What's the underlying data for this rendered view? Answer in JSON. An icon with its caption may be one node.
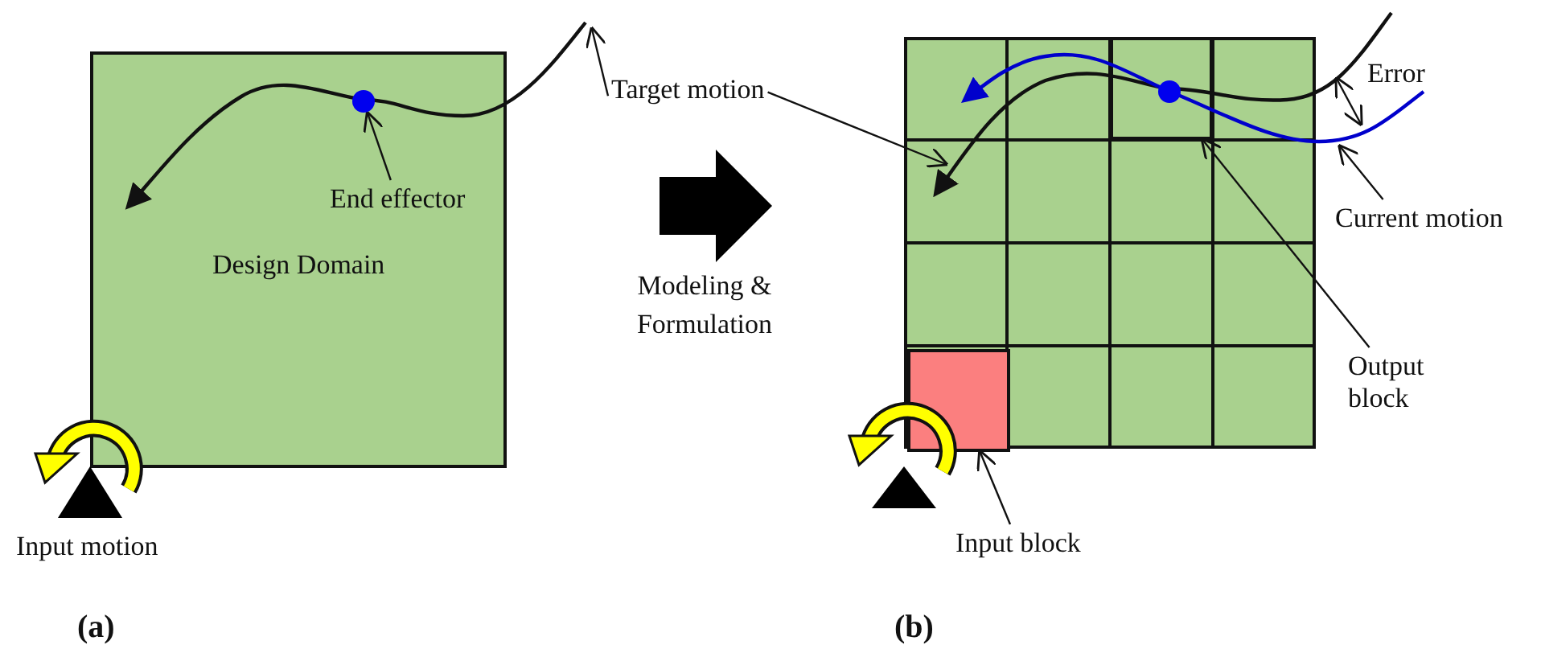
{
  "diagram": {
    "nodes": [
      {
        "text": [
          "Design Domain"
        ]
      },
      {
        "text": [
          "End effector"
        ]
      },
      {
        "text": [],
        "shape": "circle"
      },
      {
        "text": [],
        "shape": "box"
      },
      {
        "text": [],
        "shape": "box"
      },
      {
        "text": [],
        "shape": "box",
        "in": 3
      },
      {
        "text": [],
        "shape": "circle",
        "in": 4
      },
      {
        "text": [
          "Target motion"
        ]
      },
      {
        "text": [
          "Current motion"
        ]
      },
      {
        "text": [
          "Output block"
        ]
      },
      {
        "text": [
          "Input block"
        ]
      },
      {
        "text": [],
        "shape": "curve"
      },
      {
        "text": [],
        "shape": "curve"
      },
      {
        "text": [],
        "shape": "curve"
      },
      {
        "text": [],
        "shape": "arrow"
      },
      {
        "text": [],
        "shape": "arrow"
      }
    ],
    "edges": [
      {
        "from": 1,
        "to": 2,
        "arrow": "to"
      },
      {
        "from": 7,
        "to": 11,
        "arrow": "to"
      },
      {
        "from": 7,
        "to": 12,
        "arrow": "to"
      },
      {
        "from": 8,
        "to": 13,
        "arrow": "to"
      },
      {
        "from": 9,
        "to": 4,
        "arrow": "to"
      },
      {
        "from": 10,
        "to": 5,
        "arrow": "to"
      }
    ],
    "labels": [
      "Modeling & Formulation",
      "Error",
      "Input motion",
      "(a)",
      "(b)"
    ]
  }
}
